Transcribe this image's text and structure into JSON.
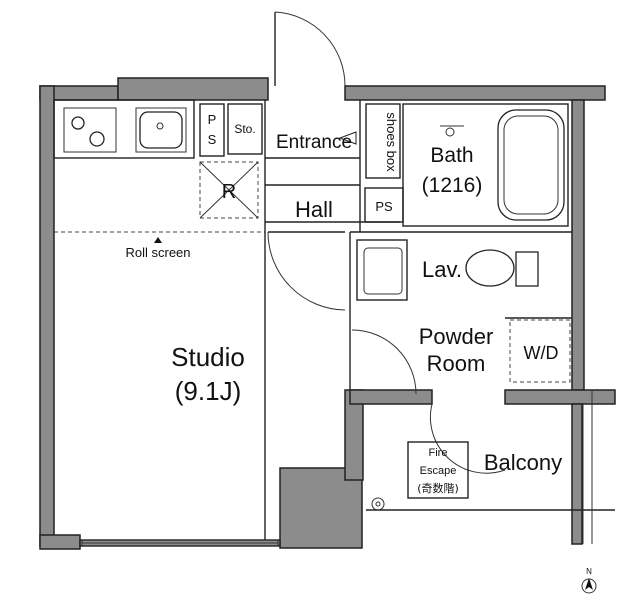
{
  "rooms": {
    "studio": "Studio",
    "studio_size": "(9.1J)",
    "entrance": "Entrance",
    "hall": "Hall",
    "bath": "Bath",
    "bath_size": "(1216)",
    "lav": "Lav.",
    "powder_1": "Powder",
    "powder_2": "Room",
    "balcony": "Balcony"
  },
  "labels": {
    "ps_top": "P",
    "ps_bottom": "S",
    "storage": "Sto.",
    "shoes_box": "shoes box",
    "ps_hall": "PS",
    "refrigerator": "R",
    "roll_screen": "Roll screen",
    "washer": "W/D",
    "fire_escape_1": "Fire",
    "fire_escape_2": "Escape",
    "fire_escape_3": "(奇数階)",
    "north": "N"
  },
  "colors": {
    "wall": "#8c8c8c",
    "line": "#222222"
  }
}
